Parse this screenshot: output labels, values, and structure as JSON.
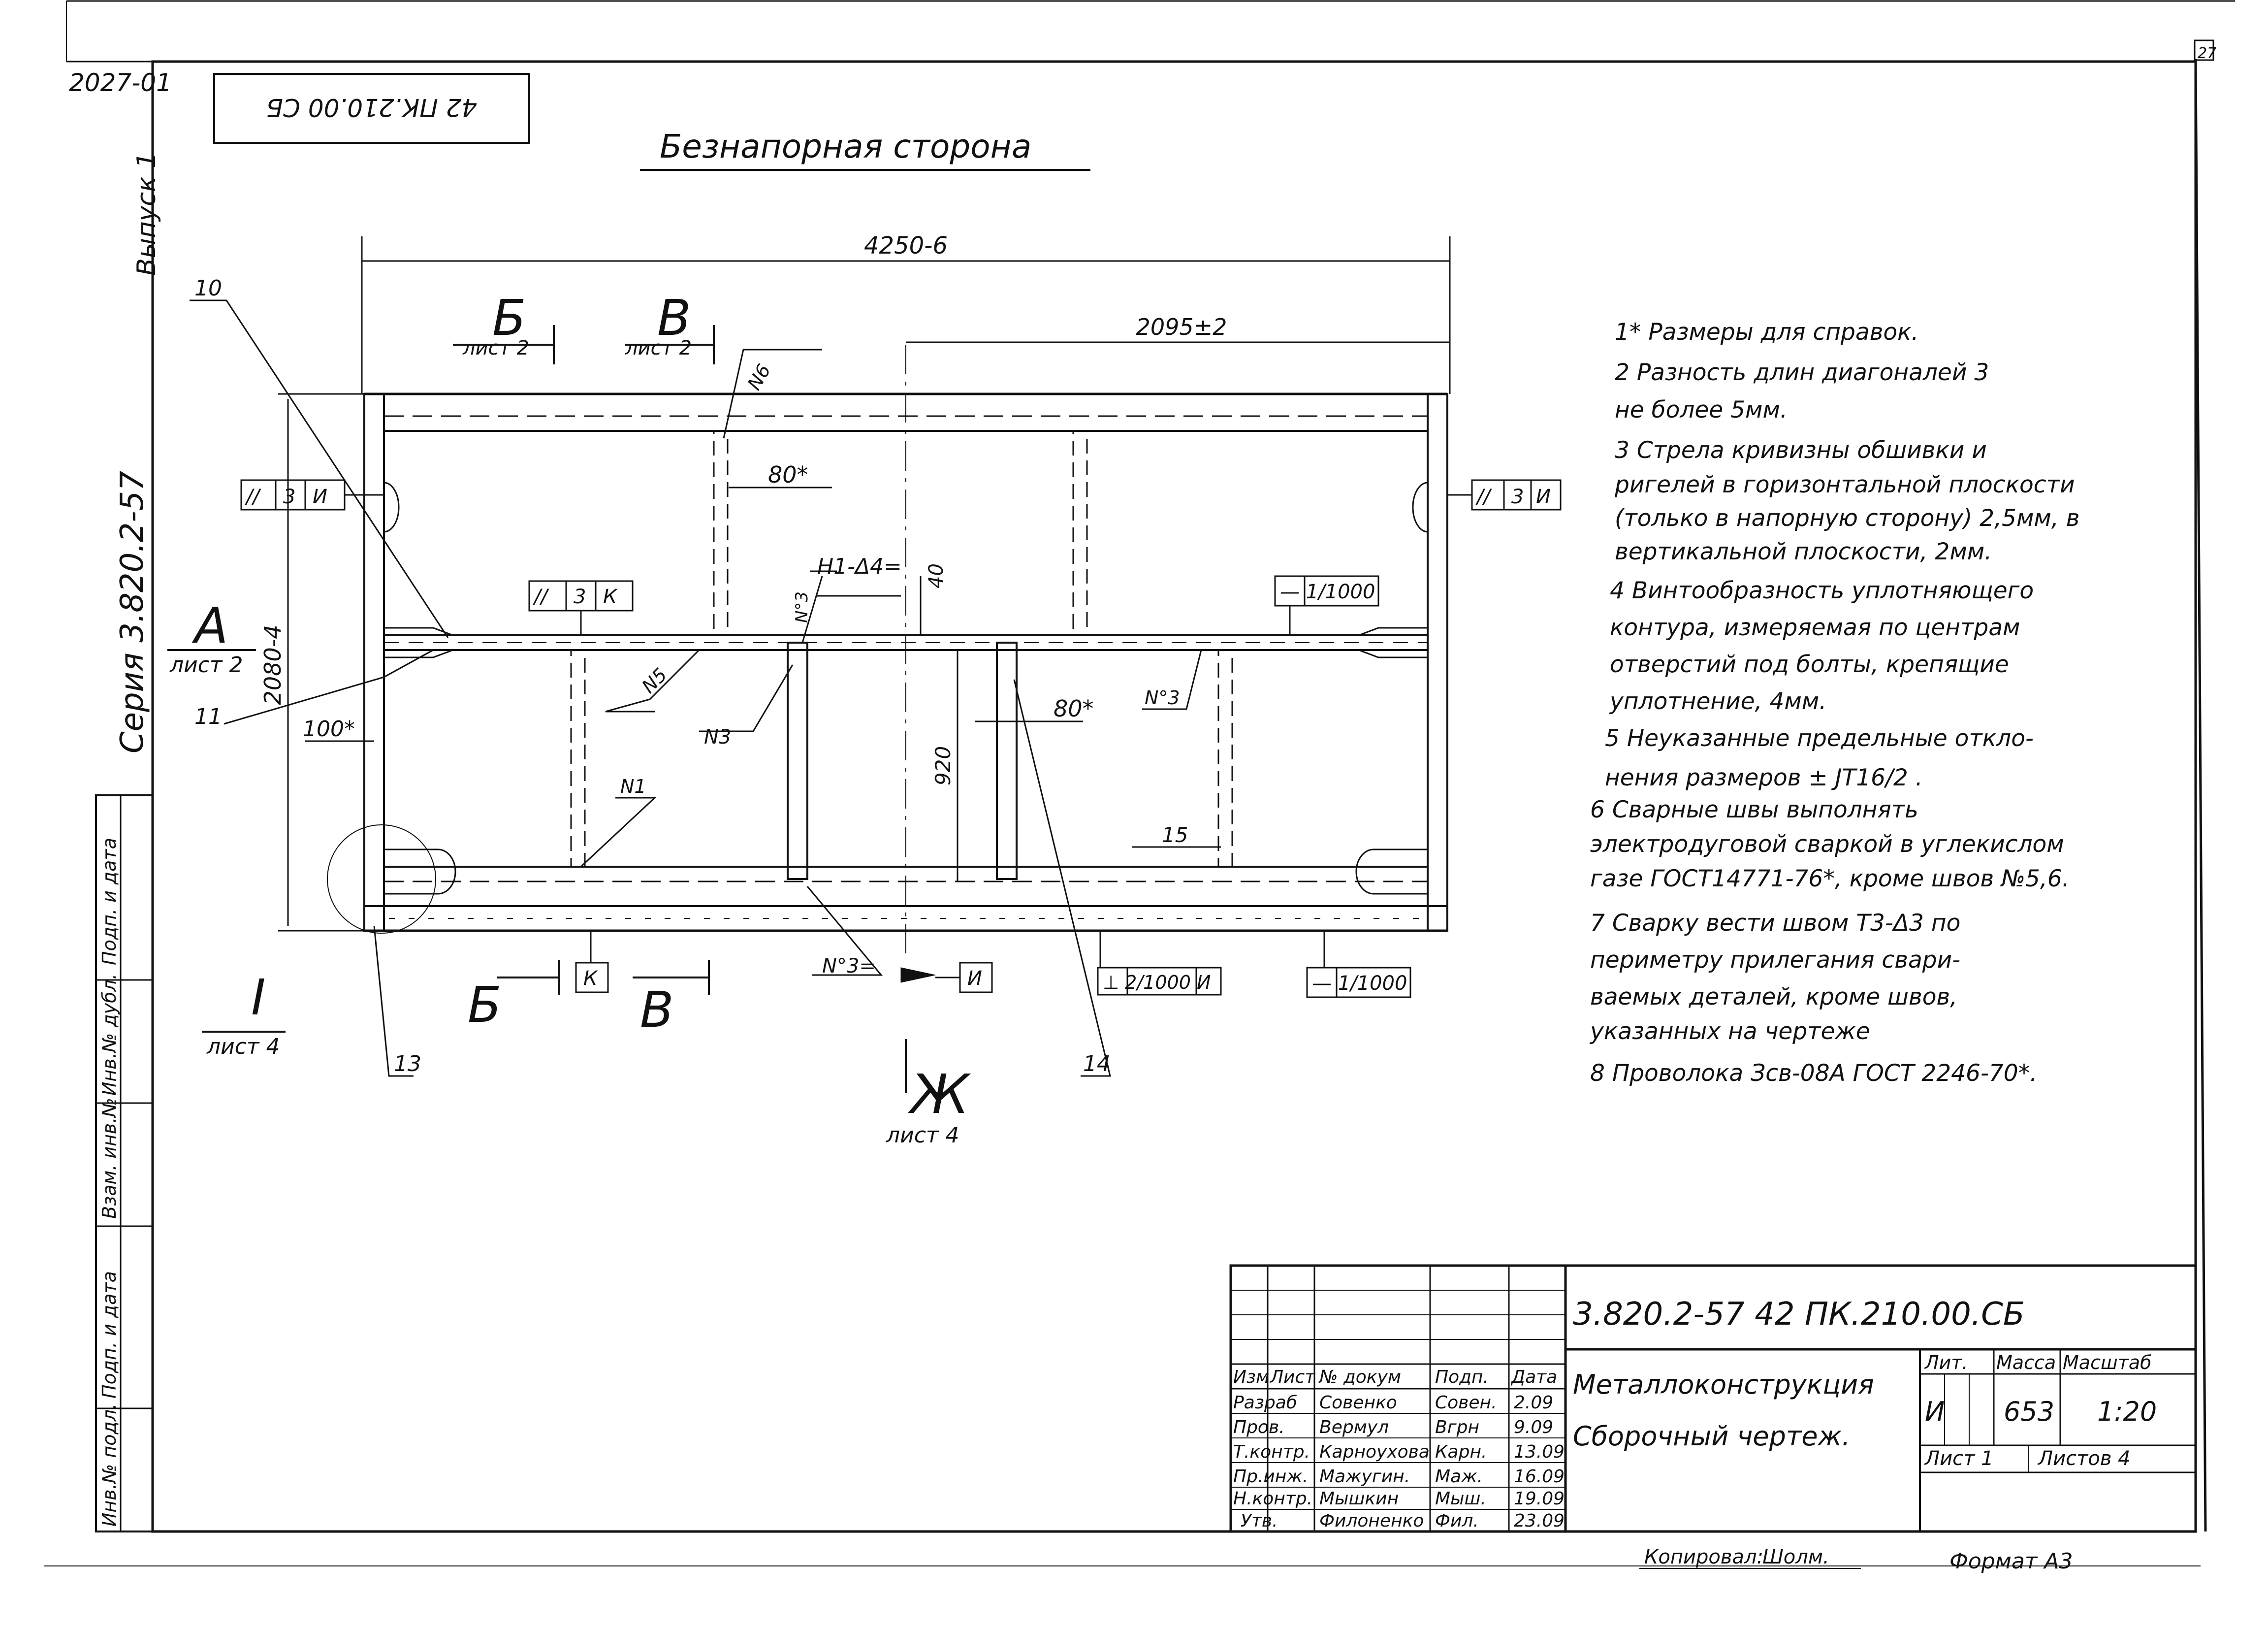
{
  "corner_code": "2027-01",
  "sheet_number_corner": "27",
  "mirrored_code": "42 ПК.210.00 СБ",
  "view_title": "Безнапорная сторона",
  "left_margin": {
    "issue": "Выпуск 1",
    "series": "Серия 3.820.2-57",
    "stamp_rows": [
      "Подп. и дата",
      "Инв.№ дубл.",
      "Взам. инв.№",
      "Подп. и дата",
      "Инв.№ подл."
    ]
  },
  "dimensions": {
    "overall_width": "4250-6",
    "partial_width": "2095±2",
    "height": "2080-4",
    "rib_offset": "920",
    "gap_40": "40",
    "d80_top": "80*",
    "d80_mid": "80*",
    "d100": "100*",
    "d15": "15"
  },
  "section_marks": {
    "B_top": "Б",
    "B_top_sheet": "лист 2",
    "V_top": "В",
    "V_top_sheet": "лист 2",
    "A": "А",
    "A_sheet": "лист 2",
    "B_bottom": "Б",
    "V_bottom": "В",
    "I": "I",
    "I_sheet": "лист 4",
    "Zh": "Ж",
    "Zh_sheet": "лист 4"
  },
  "leaders": {
    "p10": "10",
    "p11": "11",
    "p13": "13",
    "p14": "14",
    "n6": "N6",
    "n5": "N5",
    "n3a": "N3",
    "n3b": "N°3",
    "n3c": "N°3",
    "n3d": "N°3=",
    "n1": "N1",
    "h1": "Н1-Δ4="
  },
  "tolerances": {
    "left_pos": [
      "//",
      "3",
      "И"
    ],
    "right_pos": [
      "//",
      "3",
      "И"
    ],
    "mid_par": [
      "//",
      "3",
      "К"
    ],
    "straight_top": "— 1/1000",
    "straight_bottom": "— 1/1000",
    "perp_bottom": "⊥ 2/1000 И",
    "datum_K": "К",
    "datum_I": "И"
  },
  "notes": [
    "1* Размеры для справок.",
    "2  Разность длин диагоналей 3",
    "    не более 5мм.",
    "3  Стрела кривизны обшивки и",
    "    ригелей в горизонтальной плоскости",
    "    (только в напорную сторону) 2,5мм, в",
    "    вертикальной плоскости, 2мм.",
    "4  Винтообразность уплотняющего",
    "    контура, измеряемая по центрам",
    "    отверстий под болты, крепящие",
    "    уплотнение, 4мм.",
    "5  Неуказанные предельные откло-",
    "    нения размеров ± JT16/2 .",
    "6  Сварные швы выполнять",
    "    электродуговой сваркой в углекислом",
    "    газе ГОСТ14771-76*, кроме швов №5,6.",
    "7  Сварку вести швом Т3-Δ3 по",
    "    периметру прилегания свари-",
    "    ваемых деталей, кроме швов,",
    "    указанных на чертеже",
    "8  Проволока Зсв-08А ГОСТ 2246-70*."
  ],
  "title_block": {
    "doc_code": "3.820.2-57  42 ПК.210.00.СБ",
    "name_line1": "Металлоконструкция",
    "name_line2": "Сборочный чертеж.",
    "headers": [
      "Изм",
      "Лист",
      "№ докум",
      "Подп.",
      "Дата"
    ],
    "rows": [
      {
        "role": "Разраб",
        "name": "Совенко",
        "sign": "Совен.",
        "date": "2.09"
      },
      {
        "role": "Пров.",
        "name": "Вермул",
        "sign": "Вгрн",
        "date": "9.09"
      },
      {
        "role": "Т.контр.",
        "name": "Карноухова",
        "sign": "Карн.",
        "date": "13.09"
      },
      {
        "role": "Пр.инж.",
        "name": "Мажугин.",
        "sign": "Маж.",
        "date": "16.09"
      },
      {
        "role": "Н.контр.",
        "name": "Мышкин",
        "sign": "Мыш.",
        "date": "19.09"
      },
      {
        "role": "Утв.",
        "name": "Филоненко",
        "sign": "Фил.",
        "date": "23.09"
      }
    ],
    "lit_label": "Лит.",
    "mass_label": "Масса",
    "scale_label": "Масштаб",
    "lit_value": "И",
    "mass_value": "653",
    "scale_value": "1:20",
    "sheet_label": "Лист 1",
    "sheets_label": "Листов 4",
    "copied_label": "Копировал:",
    "copied_sign": "Шолм.",
    "format_label": "Формат А3"
  }
}
